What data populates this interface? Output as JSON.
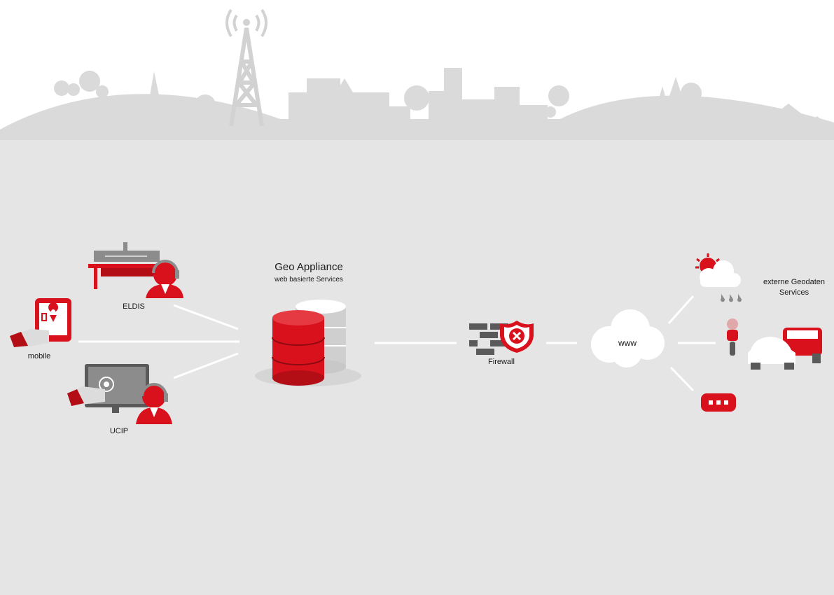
{
  "colors": {
    "background": "#e5e5e5",
    "skyline": "#dadada",
    "accent_red": "#d8111c",
    "dark_gray": "#5a5a5a",
    "connector": "#ffffff"
  },
  "nodes": {
    "eldis": {
      "label": "ELDIS",
      "icon": "dispatcher-desk-icon"
    },
    "mobile": {
      "label": "mobile",
      "icon": "tablet-hand-icon"
    },
    "ucip": {
      "label": "UCIP",
      "icon": "monitor-operator-icon"
    },
    "geo_appliance": {
      "title": "Geo Appliance",
      "subtitle": "web basierte Services",
      "icon": "database-stack-icon"
    },
    "firewall": {
      "label": "Firewall",
      "icon": "firewall-shield-icon"
    },
    "www": {
      "label": "www",
      "icon": "cloud-icon"
    },
    "external": {
      "label_line1": "externe Geodaten",
      "label_line2": "Services",
      "icons": [
        "weather-icon",
        "traffic-icon",
        "chat-bubble-icon"
      ]
    }
  }
}
